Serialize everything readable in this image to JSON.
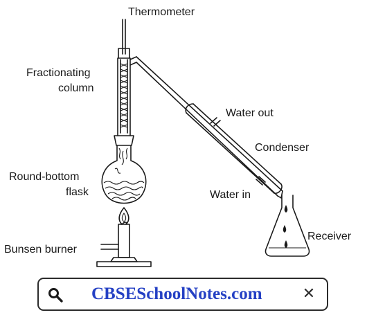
{
  "labels": {
    "thermometer": "Thermometer",
    "fractionating_1": "Fractionating",
    "fractionating_2": "column",
    "water_out": "Water out",
    "condenser": "Condenser",
    "round_bottom_1": "Round-bottom",
    "round_bottom_2": "flask",
    "water_in": "Water in",
    "receiver": "Receiver",
    "bunsen_burner": "Bunsen burner"
  },
  "search": {
    "text": "CBSESchoolNotes.com",
    "close_symbol": "✕"
  },
  "colors": {
    "ink": "#1a1a1a",
    "search_text": "#2440c4"
  }
}
